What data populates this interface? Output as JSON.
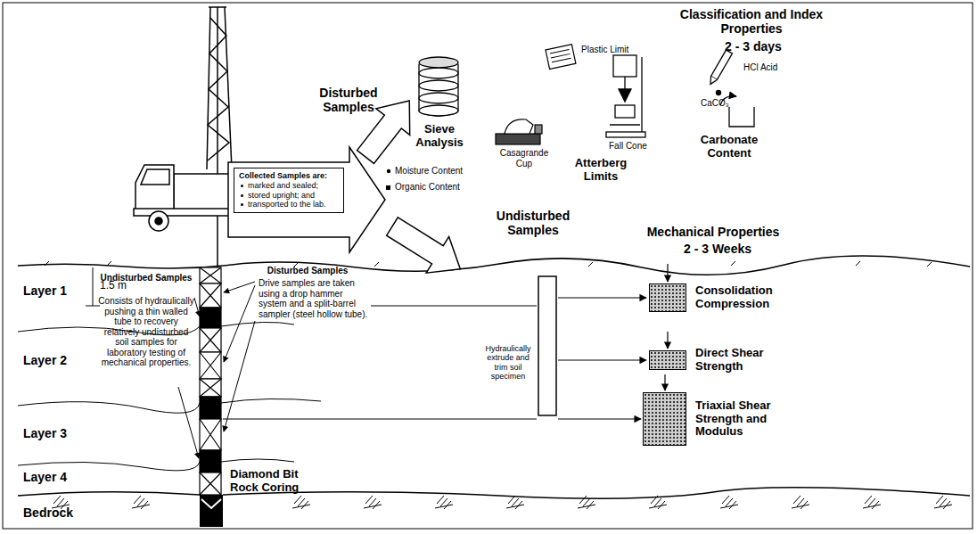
{
  "diagram": {
    "nodes": [
      {
        "text": [
          "Collected Samples are:",
          "marked and sealed;",
          "stored upright; and",
          "transported to the lab."
        ]
      },
      {
        "text": [
          "Consolidation Compression"
        ]
      },
      {
        "text": [
          "Direct Shear Strength"
        ]
      },
      {
        "text": [
          "Triaxial Shear Strength and Modulus"
        ]
      }
    ],
    "labels": [
      "Classification and Index Properties",
      "2 - 3 days",
      "Disturbed Samples",
      "Plastic Limit",
      "Sieve Analysis",
      "Casagrande Cup",
      "Fall Cone",
      "Atterberg Limits",
      "HCl Acid",
      "CaCO₃",
      "Carbonate Content",
      "Moisture Content",
      "Organic Content",
      "Undisturbed Samples",
      "Mechanical Properties",
      "2 - 3 Weeks",
      "Layer 1",
      "1.5 m",
      "Layer 2",
      "Layer 3",
      "Layer 4",
      "Bedrock",
      "Undisturbed Samples",
      "Consists of hydraulically pushing a thin walled tube to recovery relatively undisturbed soil samples for laboratory testing of mechanical properties.",
      "Disturbed Samples",
      "Drive samples are taken using a drop hammer system and a split-barrel sampler (steel hollow tube).",
      "Hydraulically extrude and trim soil specimen",
      "Diamond Bit Rock Coring"
    ]
  }
}
